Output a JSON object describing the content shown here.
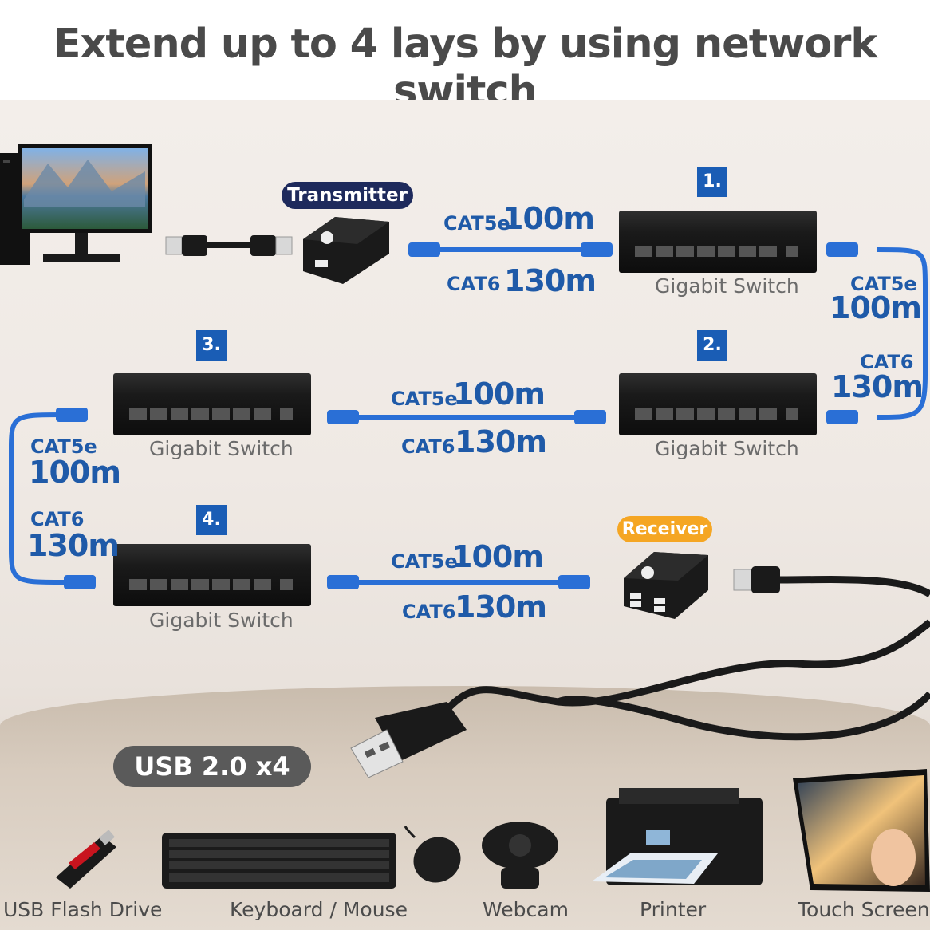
{
  "headline": "Extend up to 4 lays by using network switch",
  "transmitter_label": "Transmitter",
  "receiver_label": "Receiver",
  "switch_label": "Gigabit Switch",
  "steps": [
    "1.",
    "2.",
    "3.",
    "4."
  ],
  "cable": {
    "cat5e": "CAT5e",
    "cat5e_dist": "100m",
    "cat6": "CAT6",
    "cat6_dist": "130m"
  },
  "usb_badge": "USB 2.0 x4",
  "devices": [
    "USB Flash Drive",
    "Keyboard / Mouse",
    "Webcam",
    "Printer",
    "Touch Screen"
  ],
  "colors": {
    "cable_blue": "#2a6fd6",
    "label_blue": "#1f5aa8",
    "badge_navy": "#1e2a5c",
    "badge_orange": "#f5a623",
    "step_blue": "#1a5db5",
    "usb_badge_gray": "#5a5a5a"
  }
}
